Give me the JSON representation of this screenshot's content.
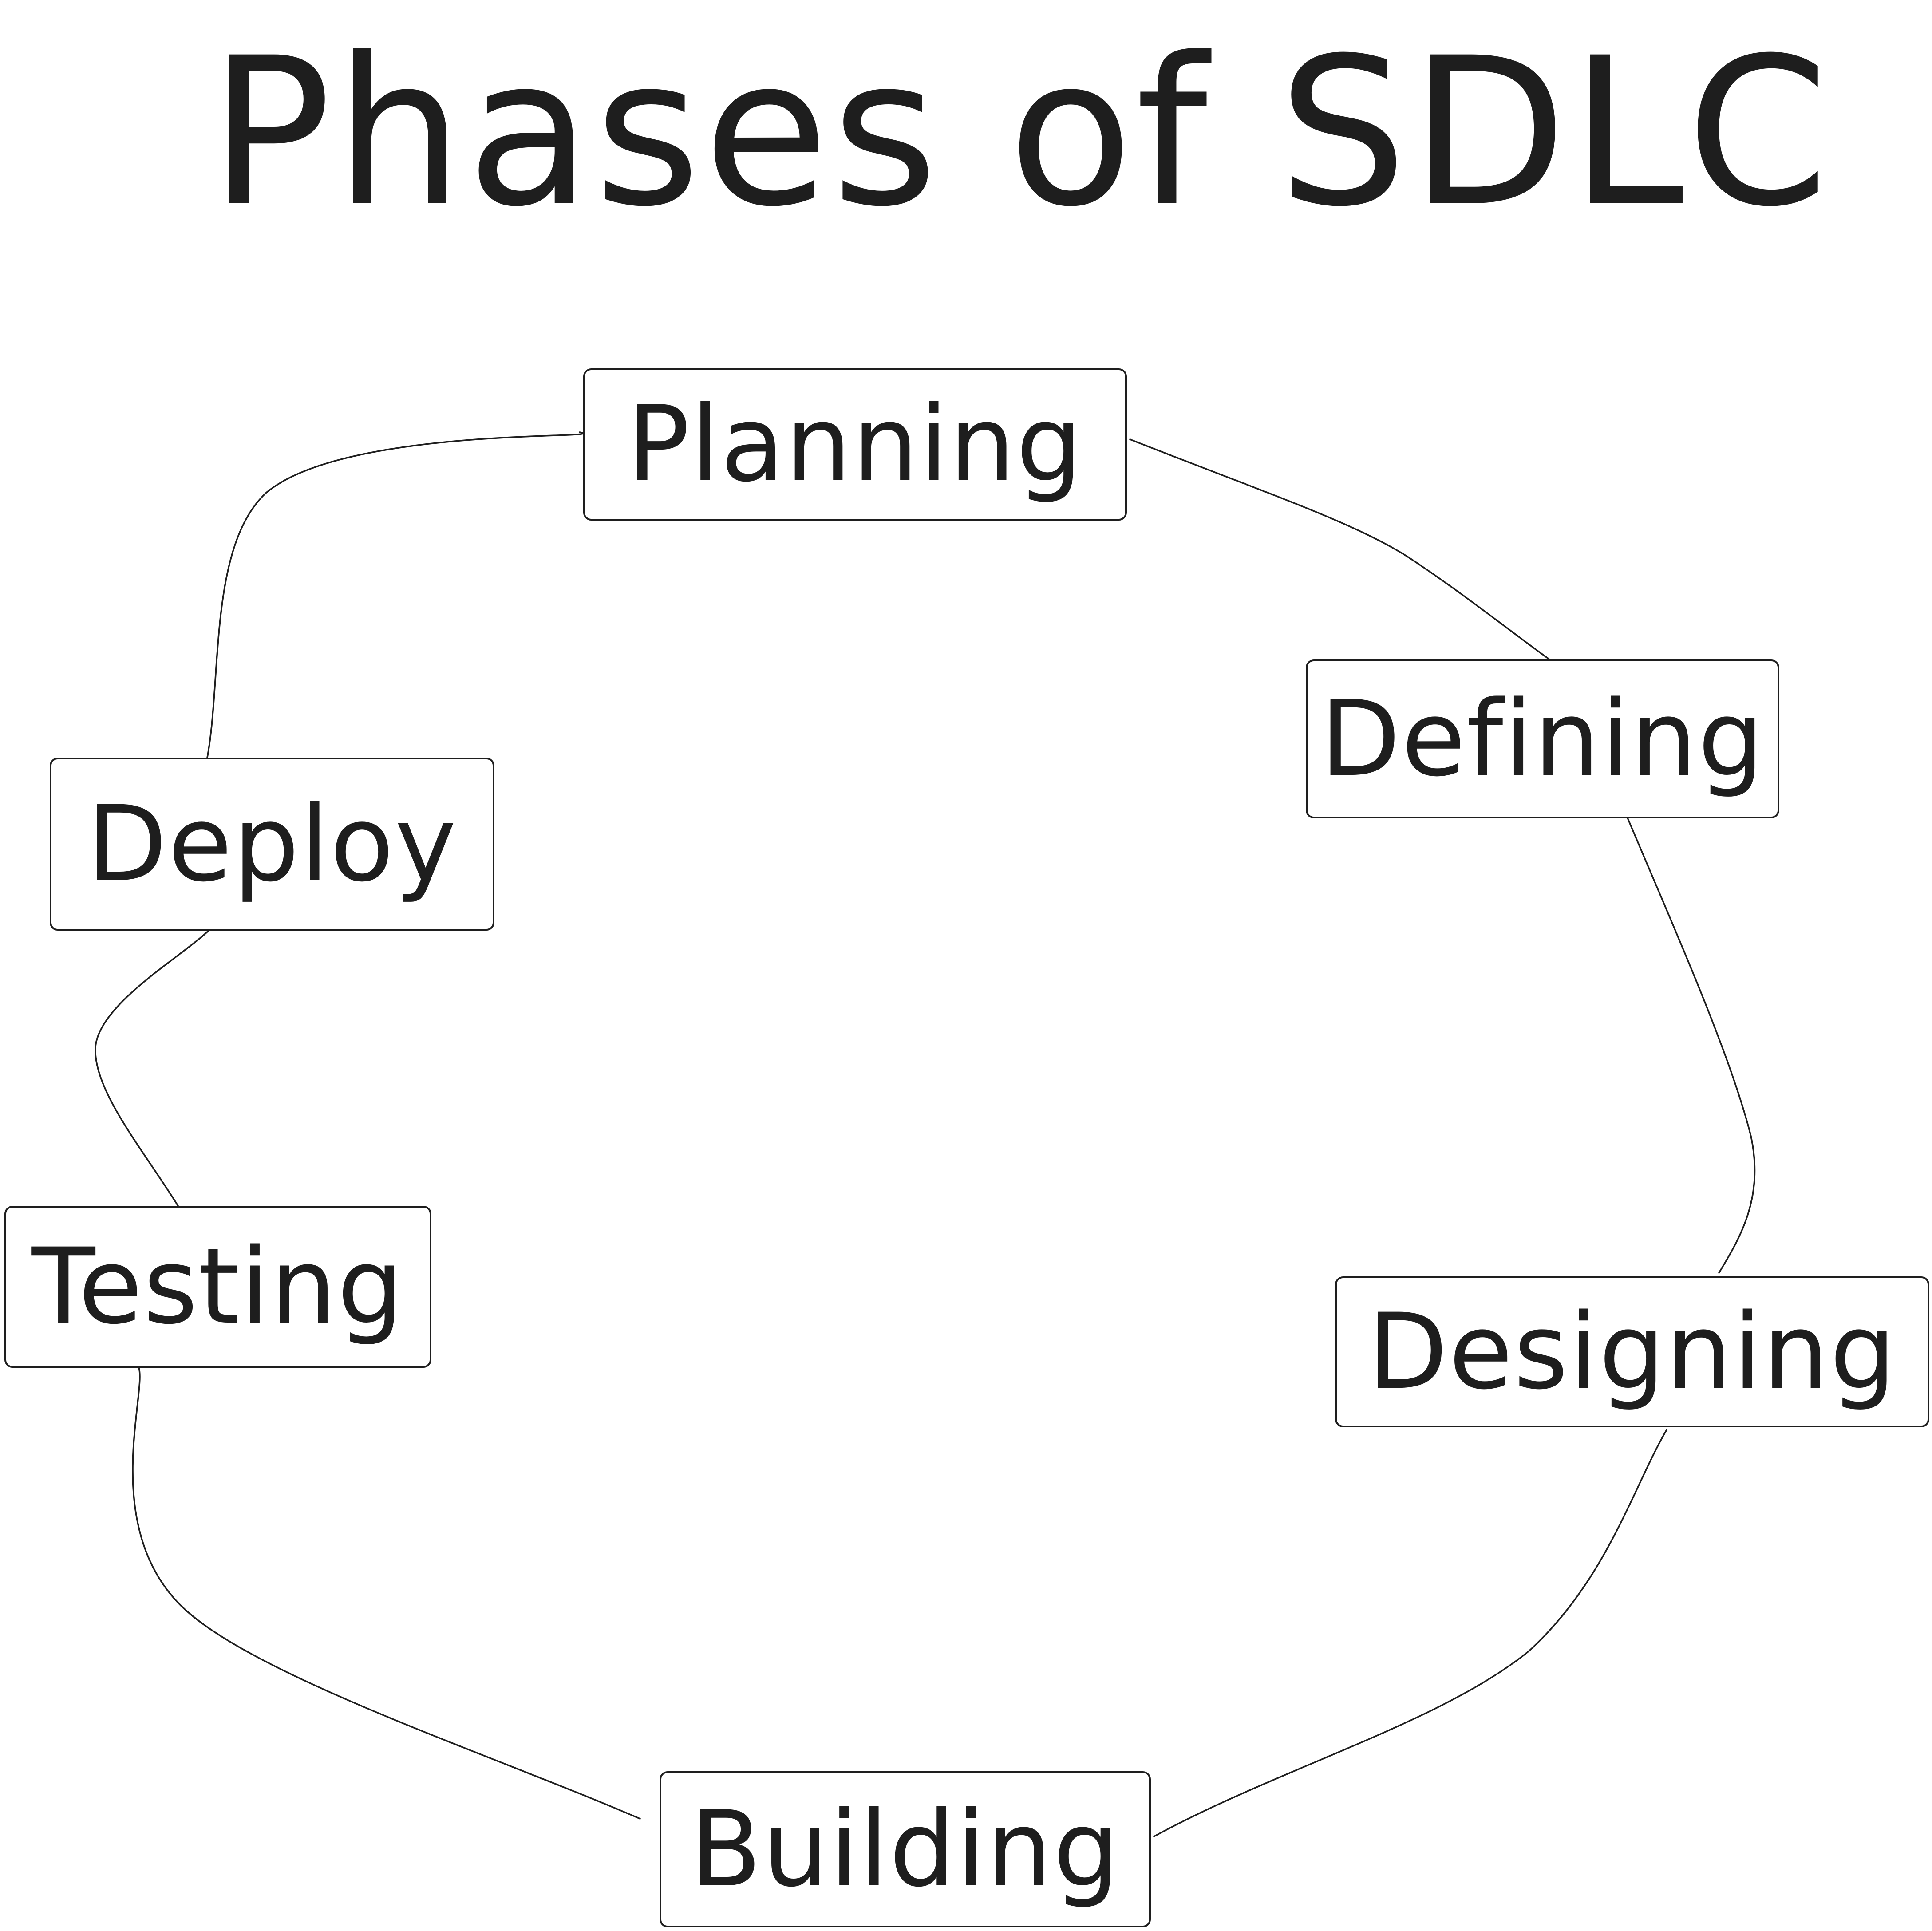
{
  "diagram": {
    "title": "Phases of SDLC",
    "phases": [
      {
        "id": "planning",
        "label": "Planning"
      },
      {
        "id": "defining",
        "label": "Defining"
      },
      {
        "id": "designing",
        "label": "Designing"
      },
      {
        "id": "building",
        "label": "Building"
      },
      {
        "id": "testing",
        "label": "Testing"
      },
      {
        "id": "deploy",
        "label": "Deploy"
      }
    ],
    "connections": [
      {
        "from": "planning",
        "to": "defining"
      },
      {
        "from": "defining",
        "to": "designing"
      },
      {
        "from": "designing",
        "to": "building"
      },
      {
        "from": "building",
        "to": "testing"
      },
      {
        "from": "testing",
        "to": "deploy"
      },
      {
        "from": "deploy",
        "to": "planning"
      }
    ]
  },
  "colors": {
    "ink": "#1e1e1e",
    "background": "#ffffff"
  }
}
